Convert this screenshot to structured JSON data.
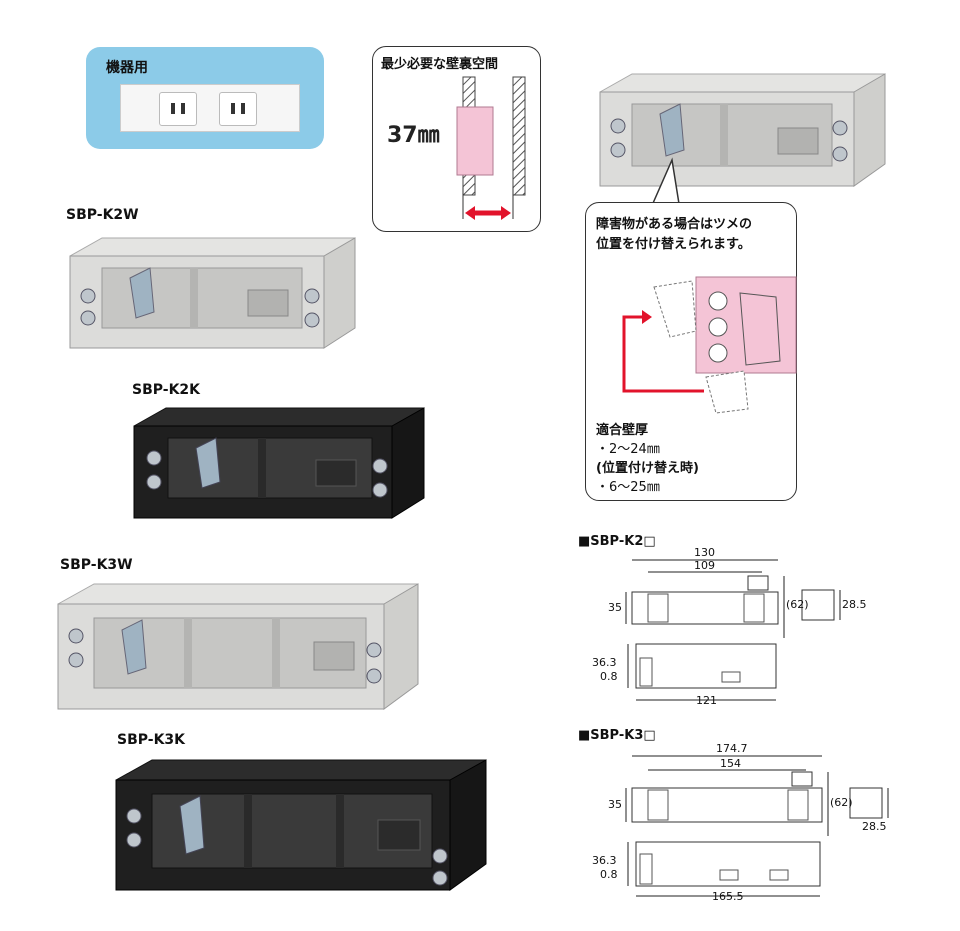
{
  "outlet_badge": {
    "title": "機器用"
  },
  "wall_space": {
    "title": "最少必要な壁裏空間",
    "value": "37㎜"
  },
  "products": [
    {
      "code": "SBP-K2W"
    },
    {
      "code": "SBP-K2K"
    },
    {
      "code": "SBP-K3W"
    },
    {
      "code": "SBP-K3K"
    }
  ],
  "note": {
    "line1": "障害物がある場合はツメの",
    "line2": "位置を付け替えられます。",
    "thickness_title": "適合壁厚",
    "range1": "・2〜24㎜",
    "alt_title": "(位置付け替え時)",
    "range2": "・6〜25㎜"
  },
  "drawing_k2": {
    "title": "■SBP-K2□",
    "width_outer": "130",
    "width_inner": "109",
    "height_left": "35",
    "height_right": "(62)",
    "depth": "28.5",
    "bottom_a": "36.3",
    "bottom_b": "0.8",
    "bottom_width": "121"
  },
  "drawing_k3": {
    "title": "■SBP-K3□",
    "width_outer": "174.7",
    "width_inner": "154",
    "height_left": "35",
    "height_right": "(62)",
    "depth": "28.5",
    "bottom_a": "36.3",
    "bottom_b": "0.8",
    "bottom_width": "165.5"
  }
}
